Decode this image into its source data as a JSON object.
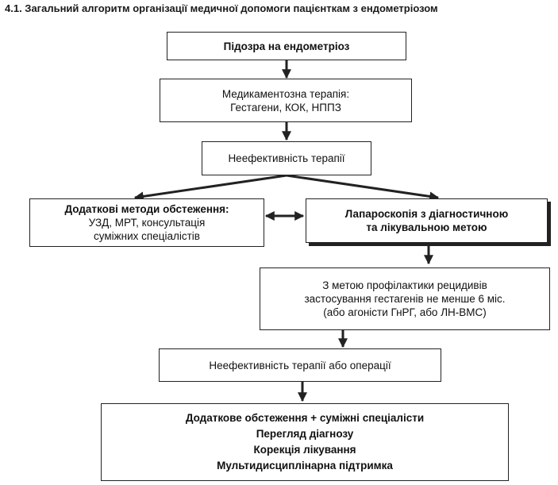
{
  "title": "4.1. Загальний алгоритм організації медичної допомоги пацієнткам з ендометріозом",
  "nodes": {
    "suspicion": {
      "lines": [
        "Підозра на ендометріоз"
      ]
    },
    "drug_therapy": {
      "lines": [
        "Медикаментозна терапія:",
        "Гестагени, КОК, НППЗ"
      ]
    },
    "ineffective_therapy": {
      "lines": [
        "Неефективність терапії"
      ]
    },
    "additional_methods": {
      "lines": [
        "Додаткові методи обстеження:",
        "УЗД, МРТ, консультація",
        "суміжних спеціалістів"
      ]
    },
    "laparoscopy": {
      "lines": [
        "Лапароскопія з діагностичною",
        "та лікувальною метою"
      ]
    },
    "prevention": {
      "lines": [
        "З метою профілактики рецидивів",
        "застосування гестагенів не менше 6 міс.",
        "(або агоністи ГнРГ, або ЛН-ВМС)"
      ]
    },
    "ineffective_therapy_or_surgery": {
      "lines": [
        "Неефективність терапії або операції"
      ]
    },
    "final_actions": {
      "lines": [
        "Додаткове обстеження + суміжні спеціалісти",
        "Перегляд діагнозу",
        "Корекція лікування",
        "Мультидисциплінарна підтримка"
      ]
    }
  }
}
